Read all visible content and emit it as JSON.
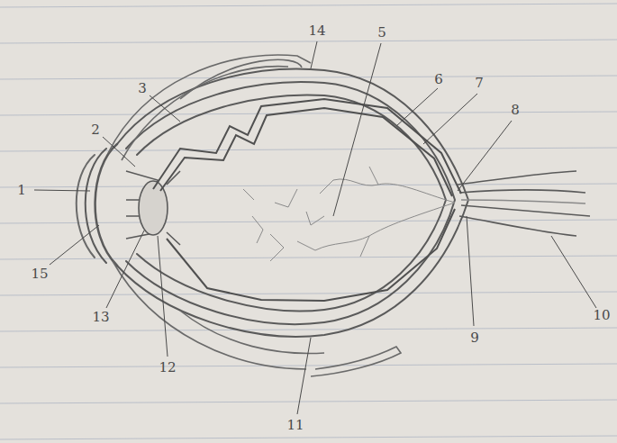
{
  "diagram": {
    "labels": [
      "1",
      "2",
      "3",
      "14",
      "5",
      "6",
      "7",
      "8",
      "9",
      "10",
      "11",
      "12",
      "13",
      "15"
    ]
  }
}
